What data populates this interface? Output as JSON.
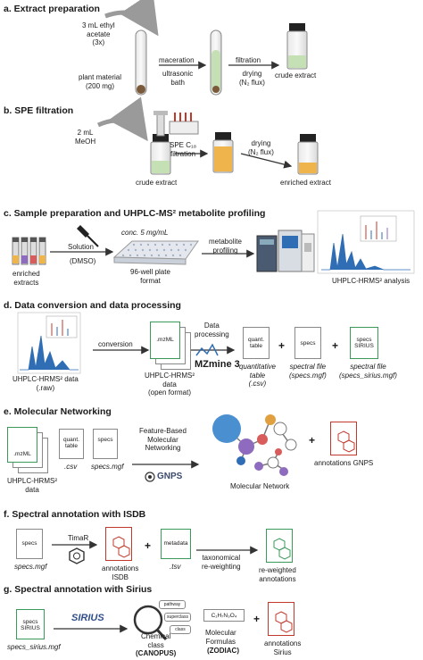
{
  "sections": {
    "a": {
      "title": "a. Extract preparation",
      "solvent": "3 mL ethyl\nacetate\n(3x)",
      "plant": "plant material\n(200 mg)",
      "maceration": "maceration",
      "ultrasonic": "ultrasonic\nbath",
      "filtration": "filtration",
      "drying": "drying\n(N₂ flux)",
      "crude": "crude extract"
    },
    "b": {
      "title": "b. SPE filtration",
      "solvent": "2 mL\nMeOH",
      "crude": "crude extract",
      "spe": "SPE C₁₈\nfiltration",
      "drying": "drying\n(N₂ flux)",
      "enriched": "enriched extract"
    },
    "c": {
      "title": "c. Sample preparation and UHPLC-MS² metabolite profiling",
      "enriched": "enriched\nextracts",
      "solution": "Solution",
      "dmso": "(DMSO)",
      "conc": "conc. 5 mg/mL",
      "plate": "96-well plate\nformat",
      "profiling": "metabolite\nprofiling",
      "analysis": "UHPLC-HRMS² analysis"
    },
    "d": {
      "title": "d. Data conversion and data processing",
      "raw": "UHPLC-HRMS² data\n(.raw)",
      "conversion": "conversion",
      "mzml_doc": ".mzML",
      "open": "UHPLC-HRMS²\ndata\n(open format)",
      "processing": "Data\nprocessing",
      "mzmine": "MZmine 3",
      "quant_doc": "quant.\ntable",
      "quant": "quantitative\ntable\n(.csv)",
      "specs_doc": "specs",
      "specs": "spectral file\n(specs.mgf)",
      "sirius_doc": "specs\nSIRIUS",
      "sirius": "spectral file\n(specs_sirius.mgf)",
      "plus": "+"
    },
    "e": {
      "title": "e. Molecular Networking",
      "mzml": ".mzML",
      "quant": "quant.\ntable",
      "csv": ".csv",
      "specs": "specs",
      "specs_mgf": "specs.mgf",
      "data": "UHPLC-HRMS²\ndata",
      "fbmn": "Feature-Based\nMolecular\nNetworking",
      "gnps": "GNPS",
      "network": "Molecular Network",
      "annotations": "annotations GNPS",
      "plus": "+"
    },
    "f": {
      "title": "f. Spectral annotation with ISDB",
      "specs_doc": "specs",
      "specs": "specs.mgf",
      "timar": "TimaR",
      "isdb": "annotations\nISDB",
      "metadata_doc": "metadata",
      "tsv": ".tsv",
      "reweight": "taxonomical\nre-weighting",
      "reweighted": "re-weighted\nannotations",
      "plus": "+"
    },
    "g": {
      "title": "g. Spectral annotation with Sirius",
      "sirius_doc": "specs\nSIRIUS",
      "sirius": "specs_sirius.mgf",
      "logo": "SIRIUS",
      "card1": "pathway",
      "card2": "superclass",
      "card3": "class",
      "chem": "Chemical\nclass",
      "canopus": "(CANOPUS)",
      "formula_box": "C₁H₇N₃O₄",
      "formulas": "Molecular\nFormulas",
      "zodiac": "(ZODIAC)",
      "annotations": "annotations\nSirius",
      "plus": "+"
    }
  },
  "colors": {
    "arrow": "#333333",
    "curved_arrow": "#9a9a9a",
    "green_solvent": "#c5e0b4",
    "orange_solvent": "#f0b44c",
    "brown_residue": "#7a5a3a",
    "spectrum_blue": "#2f6db5",
    "doc_green_border": "#3a9a5a",
    "doc_red": "#c0392b",
    "network_blue": "#4a8fd0",
    "network_purple": "#8e6bbf",
    "network_orange": "#e0a040",
    "network_red": "#d95c5c"
  },
  "icons": [
    "curved-arrow-icon",
    "vial-icon",
    "test-tube-icon",
    "pipette-icon",
    "spe-cartridge-icon",
    "well-plate-icon",
    "hplc-instrument-icon",
    "spectrum-icon",
    "document-icon",
    "network-icon",
    "magnifier-icon",
    "hexagon-molecule-icon",
    "gnps-logo-icon",
    "mzmine-logo-icon",
    "sirius-logo-icon"
  ]
}
